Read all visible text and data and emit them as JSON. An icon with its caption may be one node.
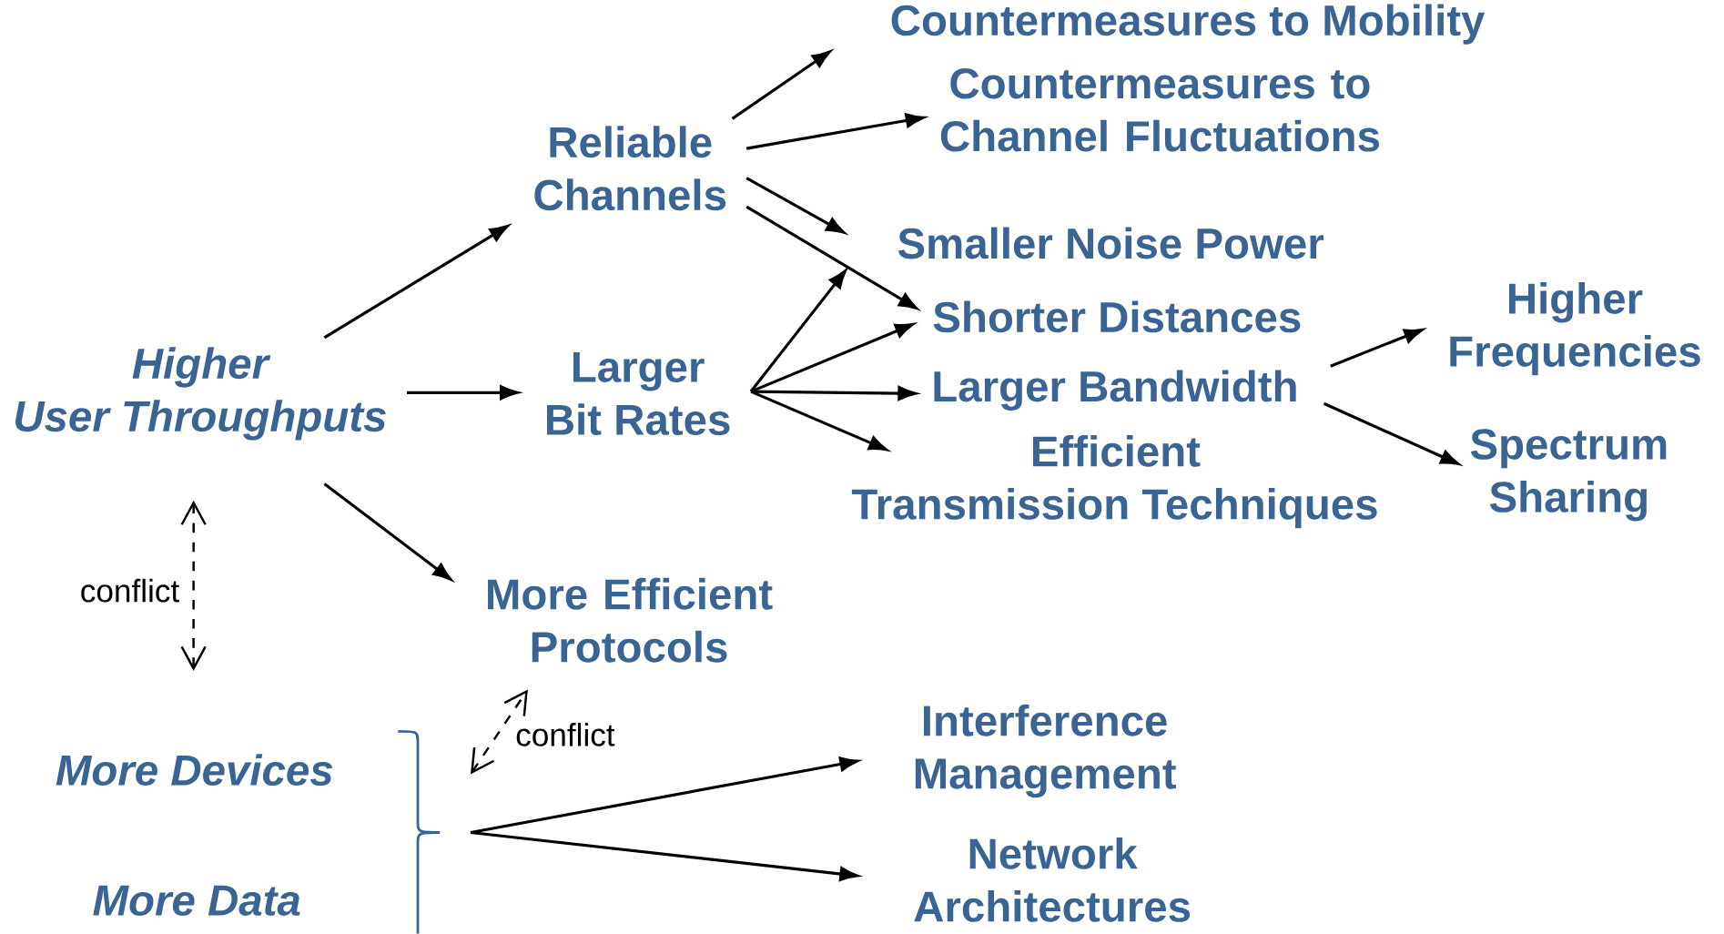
{
  "diagram": {
    "nodes": [
      {
        "text": [
          "Higher User Throughputs"
        ]
      },
      {
        "text": [
          "Reliable Channels"
        ]
      },
      {
        "text": [
          "Larger Bit Rates"
        ]
      },
      {
        "text": [
          "More Efficient Protocols"
        ]
      },
      {
        "text": [
          "Countermeasures to Mobility"
        ]
      },
      {
        "text": [
          "Countermeasures to Channel Fluctuations"
        ]
      },
      {
        "text": [
          "Smaller Noise Power"
        ]
      },
      {
        "text": [
          "Shorter Distances"
        ]
      },
      {
        "text": [
          "Larger Bandwidth"
        ]
      },
      {
        "text": [
          "Efficient Transmission Techniques"
        ]
      },
      {
        "text": [
          "Higher Frequencies"
        ]
      },
      {
        "text": [
          "Spectrum Sharing"
        ]
      },
      {
        "text": [
          "More Devices"
        ]
      },
      {
        "text": [
          "More Data"
        ]
      },
      {
        "text": [
          "Interference Management"
        ]
      },
      {
        "text": [
          "Network Architectures"
        ]
      },
      {
        "text": [],
        "shape": "brace"
      }
    ],
    "edges": [
      {
        "from": 0,
        "to": 1,
        "arrow": "to"
      },
      {
        "from": 0,
        "to": 2,
        "arrow": "to"
      },
      {
        "from": 0,
        "to": 3,
        "arrow": "to"
      },
      {
        "from": 1,
        "to": 4,
        "arrow": "to"
      },
      {
        "from": 1,
        "to": 5,
        "arrow": "to"
      },
      {
        "from": 1,
        "to": 6,
        "arrow": "to"
      },
      {
        "from": 1,
        "to": 7,
        "arrow": "to"
      },
      {
        "from": 2,
        "to": 6,
        "arrow": "to"
      },
      {
        "from": 2,
        "to": 7,
        "arrow": "to"
      },
      {
        "from": 2,
        "to": 8,
        "arrow": "to"
      },
      {
        "from": 2,
        "to": 9,
        "arrow": "to"
      },
      {
        "from": 8,
        "to": 10,
        "arrow": "to"
      },
      {
        "from": 8,
        "to": 11,
        "arrow": "to"
      },
      {
        "from": 0,
        "to": 12,
        "arrow": "both",
        "style": "dashed",
        "label": "conflict"
      },
      {
        "from": 16,
        "to": 3,
        "arrow": "both",
        "style": "dashed",
        "label": "conflict"
      },
      {
        "from": 16,
        "to": 14,
        "arrow": "to"
      },
      {
        "from": 16,
        "to": 15,
        "arrow": "to"
      }
    ]
  }
}
